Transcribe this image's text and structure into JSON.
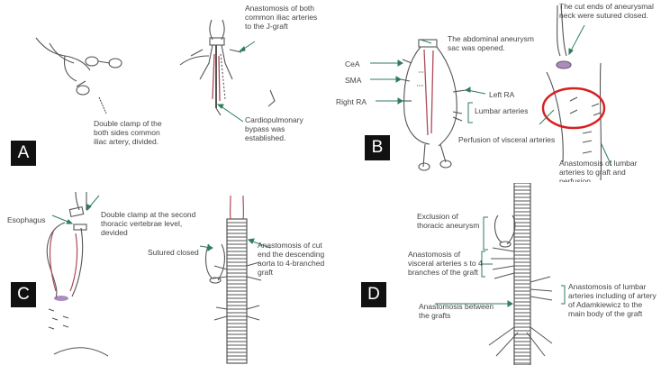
{
  "panels": {
    "A": {
      "label": "A",
      "note_clamp": "Double clamp of the both sides common iliac artery, divided.",
      "note_anastomosis": "Anastomosis of both common iliac arteries to the J-graft",
      "note_bypass": "Cardiopulmonary bypass was established."
    },
    "B": {
      "label": "B",
      "note_sac": "The abdominal aneurysm sac was opened.",
      "ceA": "CeA",
      "sma": "SMA",
      "right_ra": "Right RA",
      "left_ra": "Left RA",
      "lumbar": "Lumbar arteries",
      "note_neck": "The cut ends of aneurysmal neck were sutured closed.",
      "perfusion": "Perfusion of visceral arteries",
      "note_lumbar_graft": "Anastomosis of lumbar arteries to graft and perfusion"
    },
    "C": {
      "label": "C",
      "esophagus": "Esophagus",
      "note_clamp": "Double clamp at the second thoracic vertebrae level, devided",
      "sutured": "Sutured closed",
      "note_anastomosis": "Anastomosis of cut end the descending aorta to 4-branched graft"
    },
    "D": {
      "label": "D",
      "exclusion": "Exclusion of thoracic aneurysm",
      "visceral": "Anastomosis of visceral arteries s to 4 branches of the graft",
      "between": "Anastomosis between the grafts",
      "lumbar": "Anastomosis of lumbar arteries including of artery of Adamkiewicz to the main body of the graft"
    }
  },
  "colors": {
    "arrow": "#2e7d5b",
    "vessel": "#b04a5a",
    "highlight": "#d62020",
    "line": "#555555"
  }
}
